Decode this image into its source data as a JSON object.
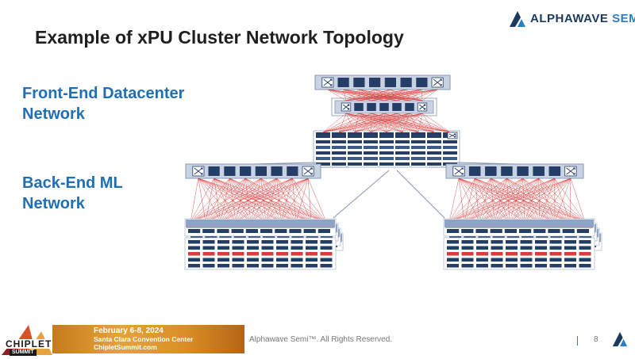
{
  "header": {
    "logo_text_main": "ALPHAWAVE",
    "logo_text_accent": "SEMI",
    "title": "Example of xPU Cluster Network Topology"
  },
  "labels": {
    "front_end_line1": "Front-End Datacenter",
    "front_end_line2": "Network",
    "back_end_line1": "Back-End ML",
    "back_end_line2": "Network"
  },
  "footer": {
    "event_line1": "February 6-8, 2024",
    "event_line2": "Santa Clara Convention Center",
    "event_line3": "ChipletSummit.com",
    "chiplet_word": "CHIPLET",
    "summit_word": "SUMMIT",
    "copyright": "Alphawave Semi™. All Rights Reserved.",
    "page_number": "8"
  },
  "colors": {
    "title": "#1f1f1f",
    "label_blue": "#1f6fb5",
    "switch_fill": "#c9d3e3",
    "port_navy": "#243e68",
    "link_red": "#d93c3c",
    "node_fill": "#8fa3c4"
  },
  "icons": {
    "switch_symbol": "crossed-arrows-icon"
  }
}
